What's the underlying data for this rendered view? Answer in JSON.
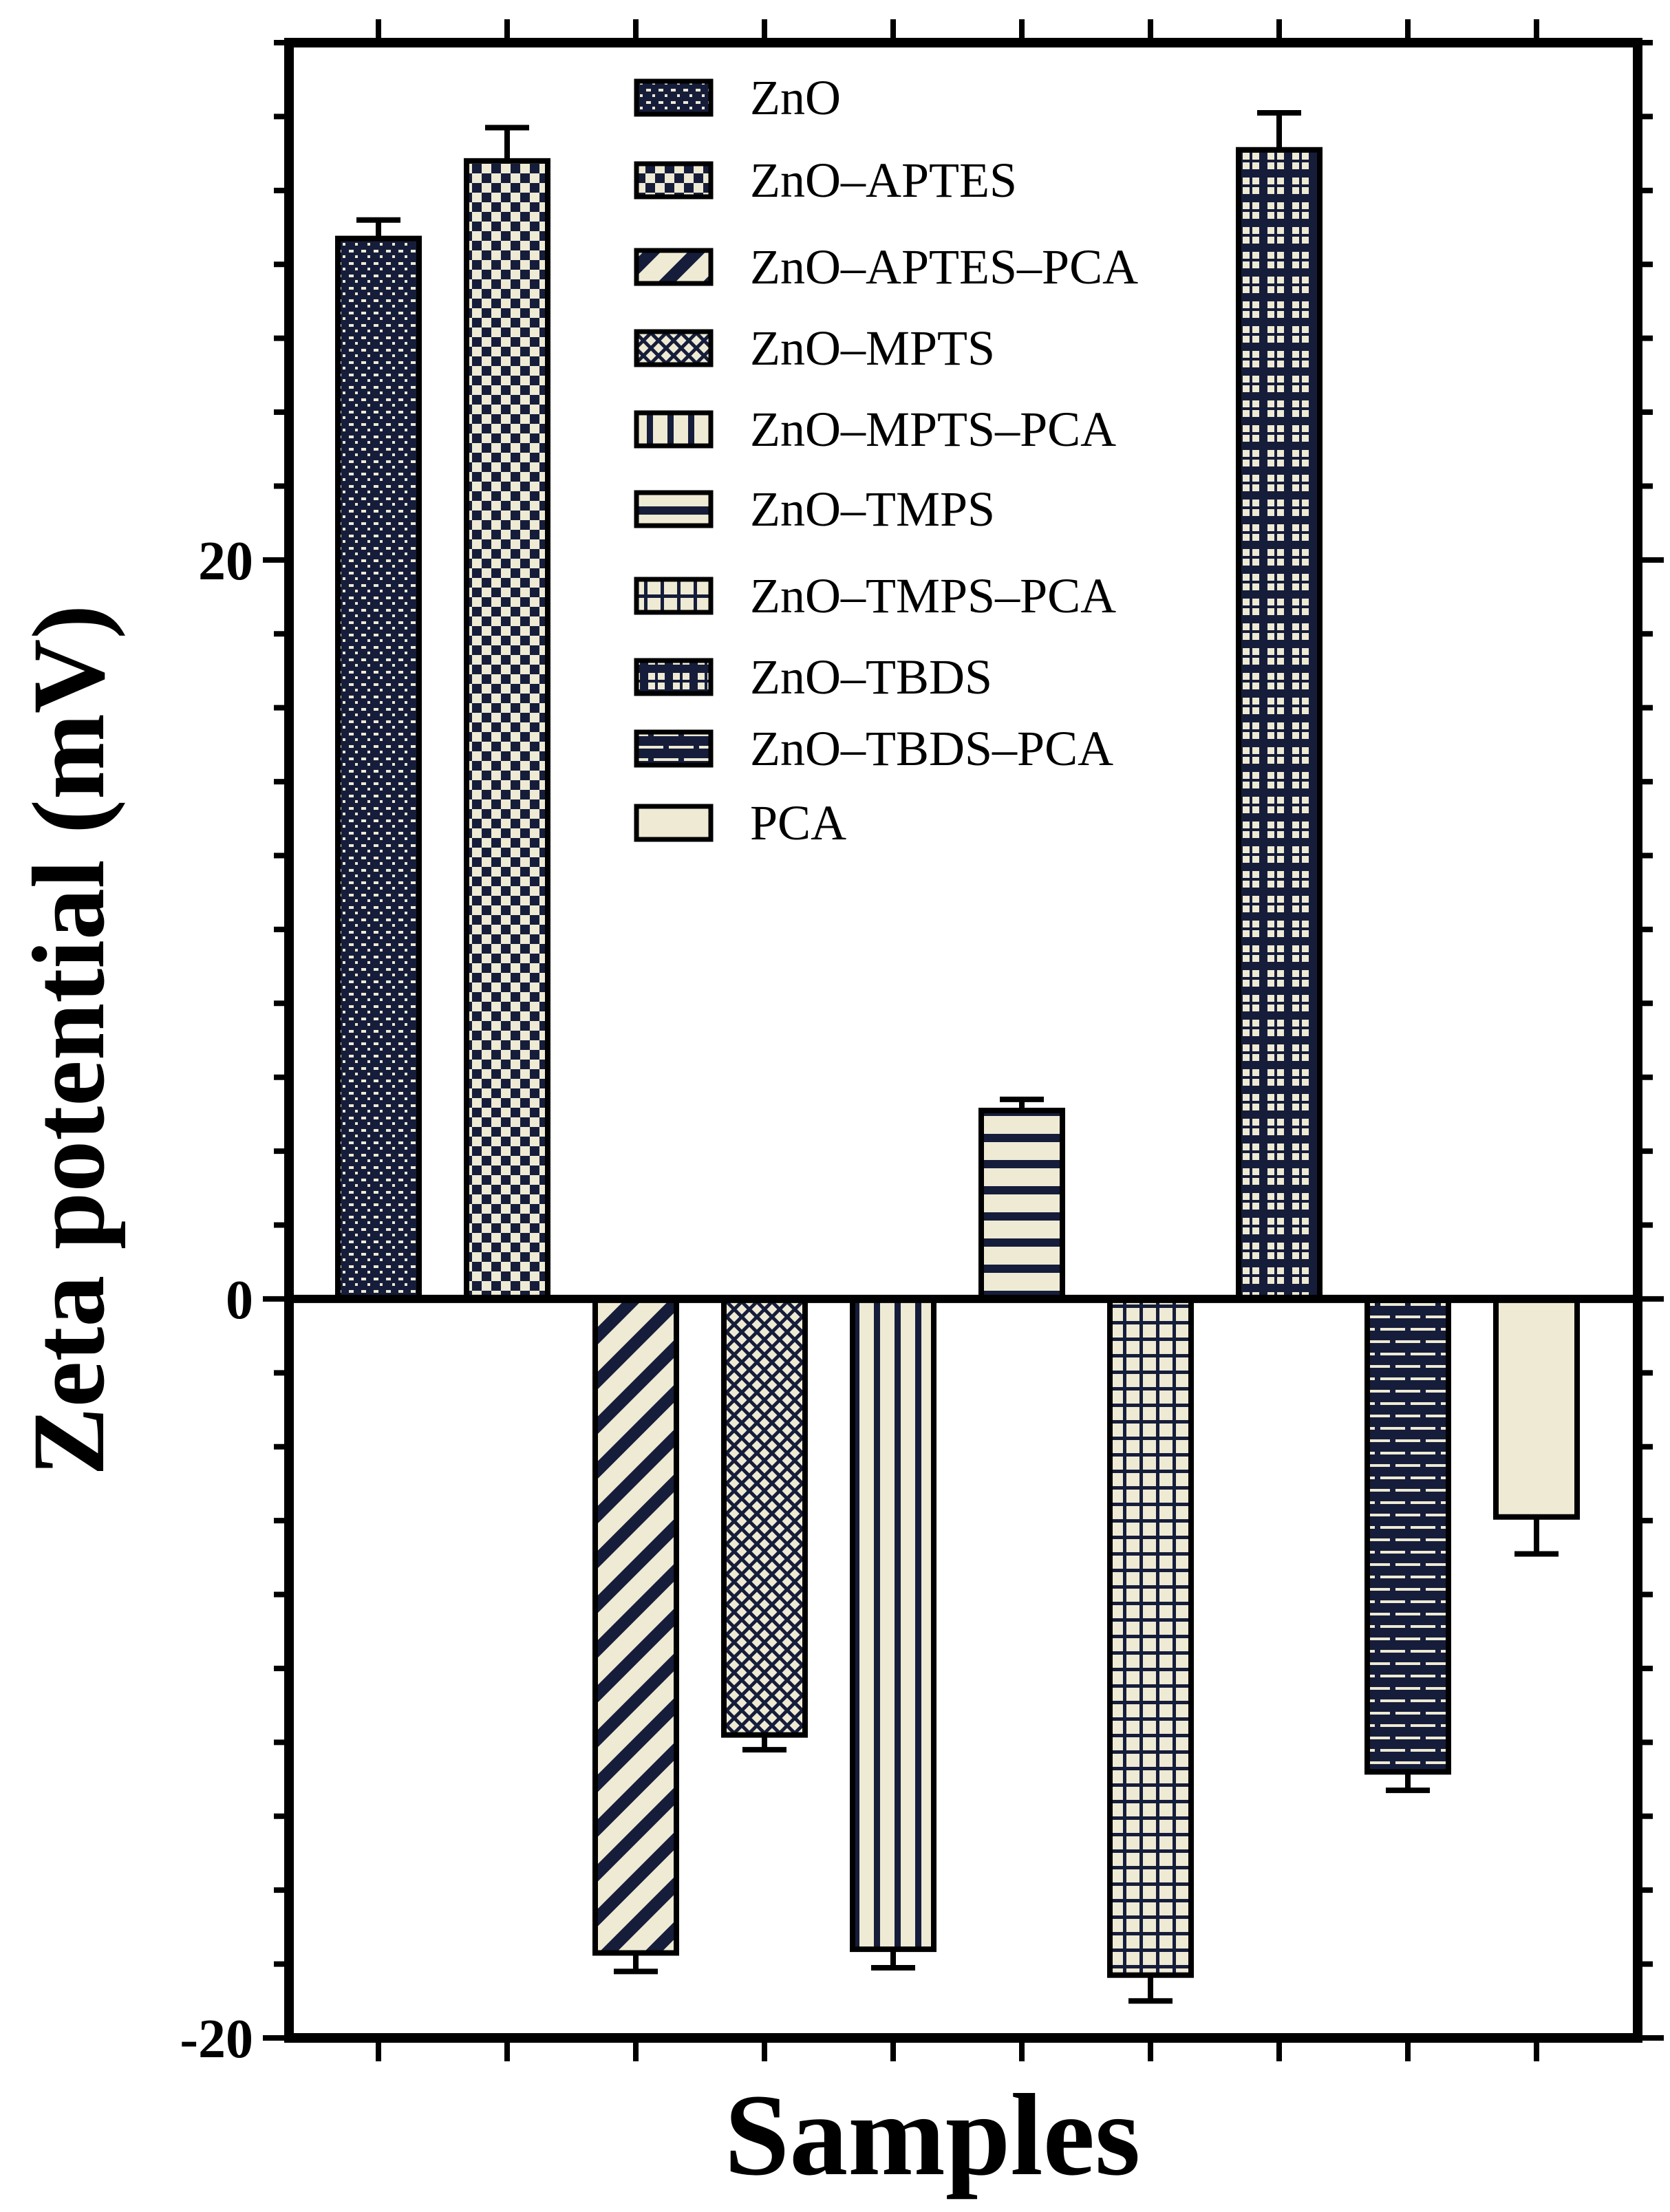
{
  "chart_data": {
    "type": "bar",
    "title": "",
    "xlabel": "Samples",
    "ylabel": "Zeta potential (mV)",
    "ylim": [
      -20,
      34
    ],
    "yticks": [
      -20,
      0,
      20
    ],
    "grid": false,
    "legend_position": "top-center",
    "colors": {
      "navy": "#161d3a",
      "cream": "#eeead4",
      "outline": "#000000"
    },
    "categories": [
      "ZnO",
      "ZnO–APTES",
      "ZnO–APTES–PCA",
      "ZnO–MPTS",
      "ZnO–MPTS–PCA",
      "ZnO–TMPS",
      "ZnO–TMPS–PCA",
      "ZnO–TBDS",
      "ZnO–TBDS–PCA",
      "PCA"
    ],
    "values": [
      28.7,
      30.8,
      -17.7,
      -11.8,
      -17.6,
      5.1,
      -18.3,
      31.1,
      -12.8,
      -5.9
    ],
    "errors": [
      0.5,
      0.9,
      0.5,
      0.4,
      0.5,
      0.3,
      0.7,
      1.0,
      0.5,
      1.0
    ],
    "patterns": [
      "dots-cream",
      "checker",
      "diag-stripes",
      "crosshatch",
      "vert-stripes",
      "horiz-stripes",
      "grid",
      "square-dots",
      "bricks",
      "solid-cream"
    ]
  }
}
